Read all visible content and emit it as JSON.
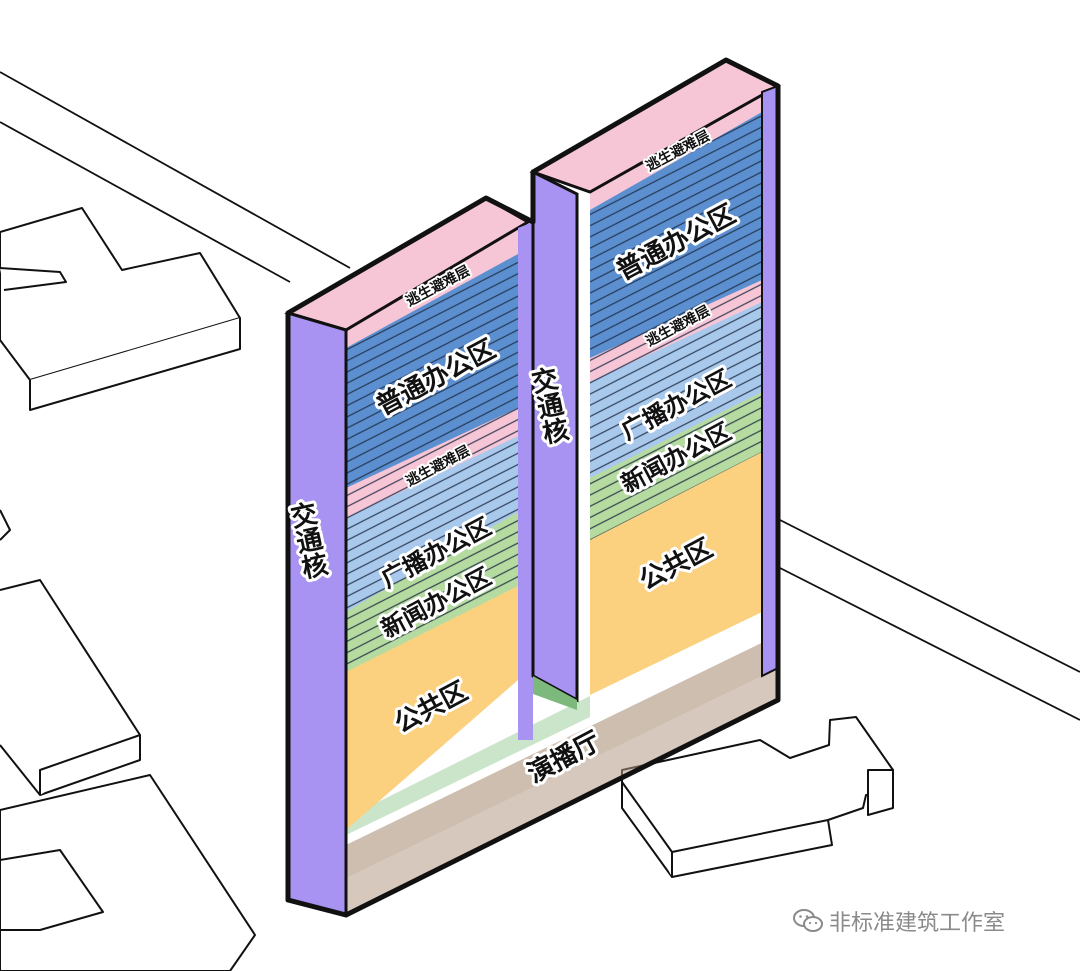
{
  "diagram": {
    "core": "交通核",
    "refuge": "逃生避难层",
    "office_general": "普通办公区",
    "office_broadcast": "广播办公区",
    "office_news": "新闻办公区",
    "public": "公共区",
    "studio": "演播厅"
  },
  "colors": {
    "core": "#a993f2",
    "refuge": "#f7c6d6",
    "office_general": "#5b8fcf",
    "office_broadcast": "#a9c9ec",
    "office_news": "#b6dba0",
    "public": "#fbd07e",
    "studio": "#c8b7a4"
  },
  "watermark": {
    "icon": "wechat-icon",
    "text": "非标准建筑工作室"
  }
}
